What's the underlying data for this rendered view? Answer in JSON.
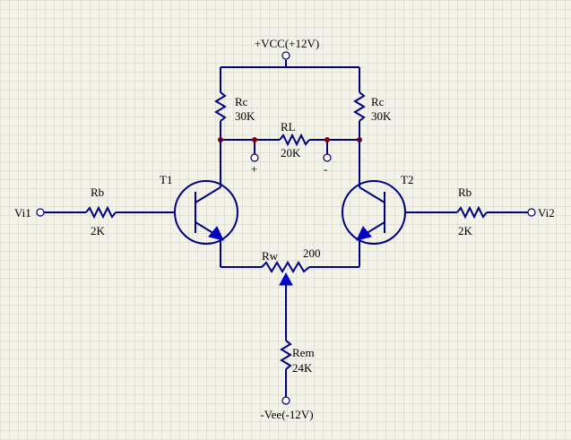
{
  "supply": {
    "vcc": "+VCC(+12V)",
    "vee": "-Vee(-12V)"
  },
  "left": {
    "rc_name": "Rc",
    "rc_value": "30K",
    "rb_name": "Rb",
    "rb_value": "2K",
    "transistor": "T1",
    "input": "Vi1"
  },
  "right": {
    "rc_name": "Rc",
    "rc_value": "30K",
    "rb_name": "Rb",
    "rb_value": "2K",
    "transistor": "T2",
    "input": "Vi2"
  },
  "load": {
    "name": "RL",
    "value": "20K",
    "plus": "+",
    "minus": "-"
  },
  "pot": {
    "name": "Rw",
    "value": "200"
  },
  "emitter": {
    "name": "Rem",
    "value": "24K"
  },
  "colors": {
    "wire": "#000080",
    "junction": "#800000",
    "arrow": "#0000c8",
    "grid": "#cfcfc0",
    "background": "#f3f3ea"
  }
}
